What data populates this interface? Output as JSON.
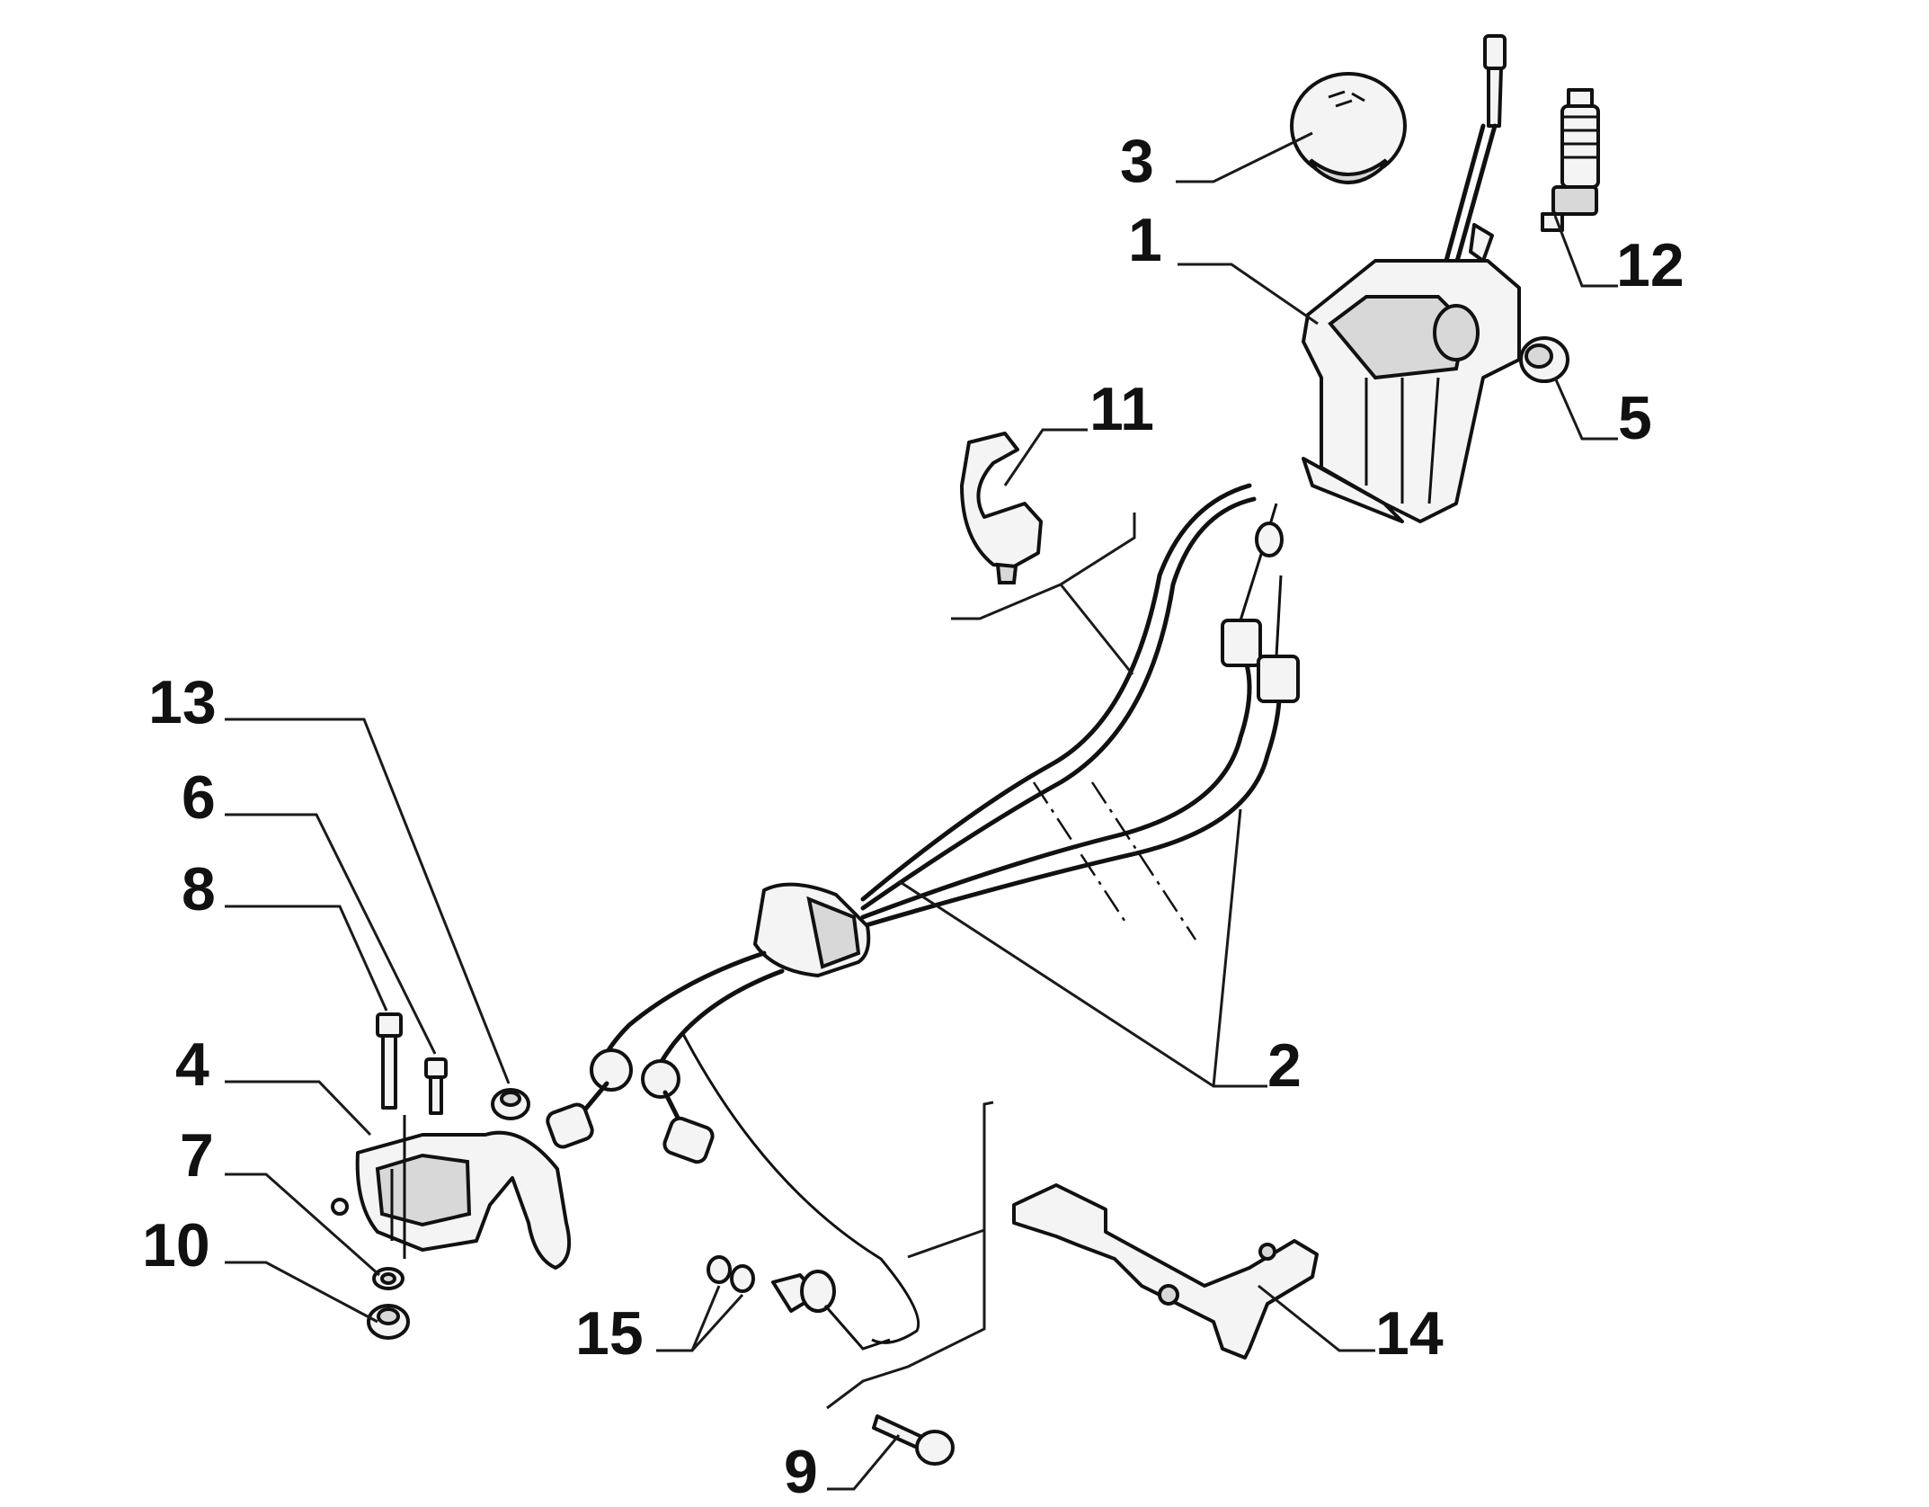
{
  "callouts": [
    {
      "id": "p1",
      "label": "1"
    },
    {
      "id": "p2",
      "label": "2"
    },
    {
      "id": "p3",
      "label": "3"
    },
    {
      "id": "p4",
      "label": "4"
    },
    {
      "id": "p5",
      "label": "5"
    },
    {
      "id": "p6",
      "label": "6"
    },
    {
      "id": "p7",
      "label": "7"
    },
    {
      "id": "p8",
      "label": "8"
    },
    {
      "id": "p9",
      "label": "9"
    },
    {
      "id": "p10",
      "label": "10"
    },
    {
      "id": "p11",
      "label": "11"
    },
    {
      "id": "p12",
      "label": "12"
    },
    {
      "id": "p13",
      "label": "13"
    },
    {
      "id": "p14",
      "label": "14"
    },
    {
      "id": "p15",
      "label": "15"
    }
  ]
}
